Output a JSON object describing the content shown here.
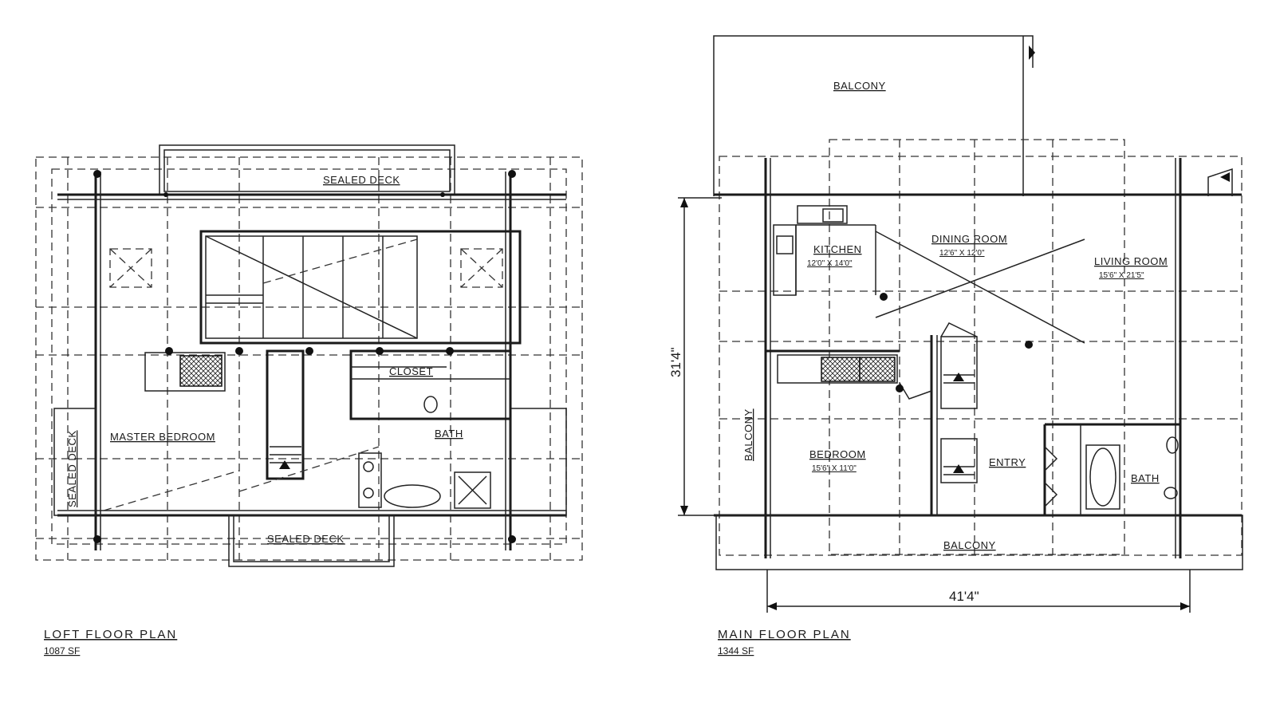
{
  "loft_plan": {
    "title": "LOFT FLOOR PLAN",
    "area": "1087 SF",
    "rooms": {
      "sealed_deck_top": "SEALED DECK",
      "sealed_deck_left": "SEALED DECK",
      "sealed_deck_bottom": "SEALED DECK",
      "master_bedroom": "MASTER BEDROOM",
      "closet": "CLOSET",
      "bath": "BATH"
    }
  },
  "main_plan": {
    "title": "MAIN FLOOR PLAN",
    "area": "1344 SF",
    "rooms": {
      "balcony_top": "BALCONY",
      "balcony_left": "BALCONY",
      "balcony_bottom": "BALCONY",
      "kitchen": "KITCHEN",
      "kitchen_dims": "12'0\" X 14'0\"",
      "dining_room": "DINING ROOM",
      "dining_dims": "12'6\" X 12'0\"",
      "living_room": "LIVING ROOM",
      "living_dims": "15'6\" X 21'5\"",
      "bedroom": "BEDROOM",
      "bedroom_dims": "15'6\" X 11'0\"",
      "entry": "ENTRY",
      "bath": "BATH"
    },
    "dimensions": {
      "depth": "31'4\"",
      "width": "41'4\""
    }
  }
}
